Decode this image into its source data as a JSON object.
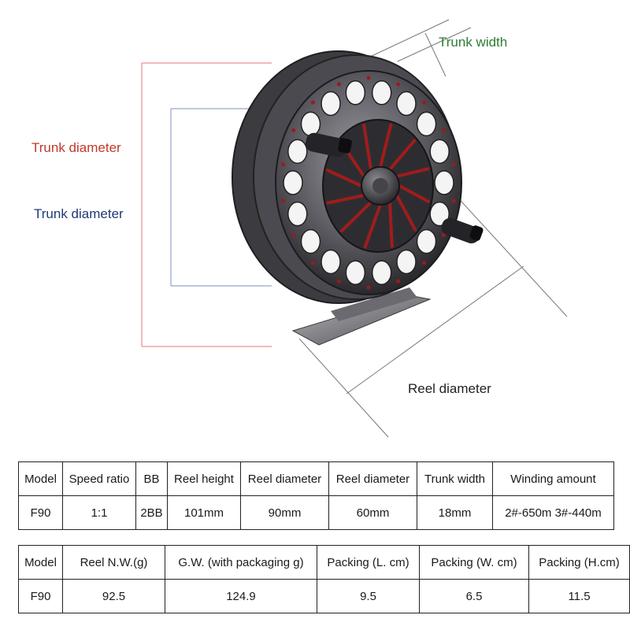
{
  "labels": {
    "trunk_width": "Trunk width",
    "trunk_diameter_outer": "Trunk diameter",
    "trunk_diameter_inner": "Trunk diameter",
    "reel_diameter": "Reel diameter"
  },
  "colors": {
    "trunk_width": "#2e7d32",
    "trunk_diameter_outer": "#c0392b",
    "trunk_diameter_inner": "#1f3a75",
    "reel_diameter": "#222222"
  },
  "table1": {
    "headers": [
      "Model",
      "Speed ratio",
      "BB",
      "Reel height",
      "Reel diameter",
      "Reel diameter",
      "Trunk width",
      "Winding amount"
    ],
    "row": [
      "F90",
      "1:1",
      "2BB",
      "101mm",
      "90mm",
      "60mm",
      "18mm",
      "2#-650m 3#-440m"
    ]
  },
  "table2": {
    "headers": [
      "Model",
      "Reel N.W.(g)",
      "G.W. (with packaging g)",
      "Packing (L. cm)",
      "Packing (W. cm)",
      "Packing (H.cm)"
    ],
    "row": [
      "F90",
      "92.5",
      "124.9",
      "9.5",
      "6.5",
      "11.5"
    ]
  }
}
